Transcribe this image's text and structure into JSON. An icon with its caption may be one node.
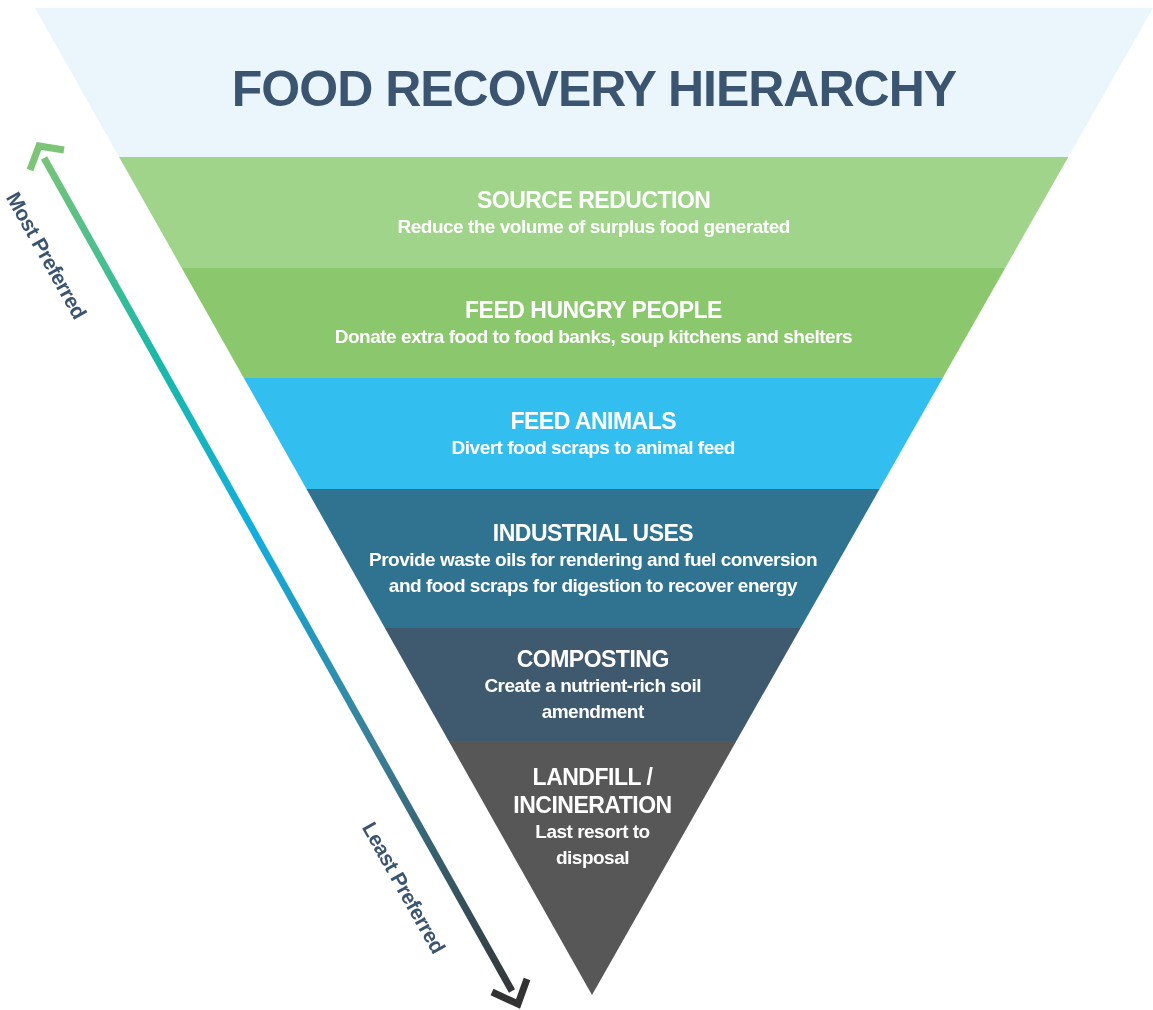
{
  "diagram": {
    "title": "FOOD RECOVERY HIERARCHY",
    "nodes": [
      {
        "text": [
          "SOURCE REDUCTION",
          "Reduce the volume of surplus food generated"
        ]
      },
      {
        "text": [
          "FEED HUNGRY PEOPLE",
          "Donate extra food to food banks, soup kitchens and shelters"
        ]
      },
      {
        "text": [
          "FEED ANIMALS",
          "Divert food scraps to animal feed"
        ]
      },
      {
        "text": [
          "INDUSTRIAL USES",
          "Provide waste oils for rendering and fuel conversion and food scraps for digestion to recover energy"
        ]
      },
      {
        "text": [
          "COMPOSTING",
          "Create a nutrient-rich soil amendment"
        ]
      },
      {
        "text": [
          "LANDFILL / INCINERATION",
          "Last resort to disposal"
        ]
      }
    ],
    "labels": [
      "Most Preferred",
      "Least Preferred"
    ]
  }
}
